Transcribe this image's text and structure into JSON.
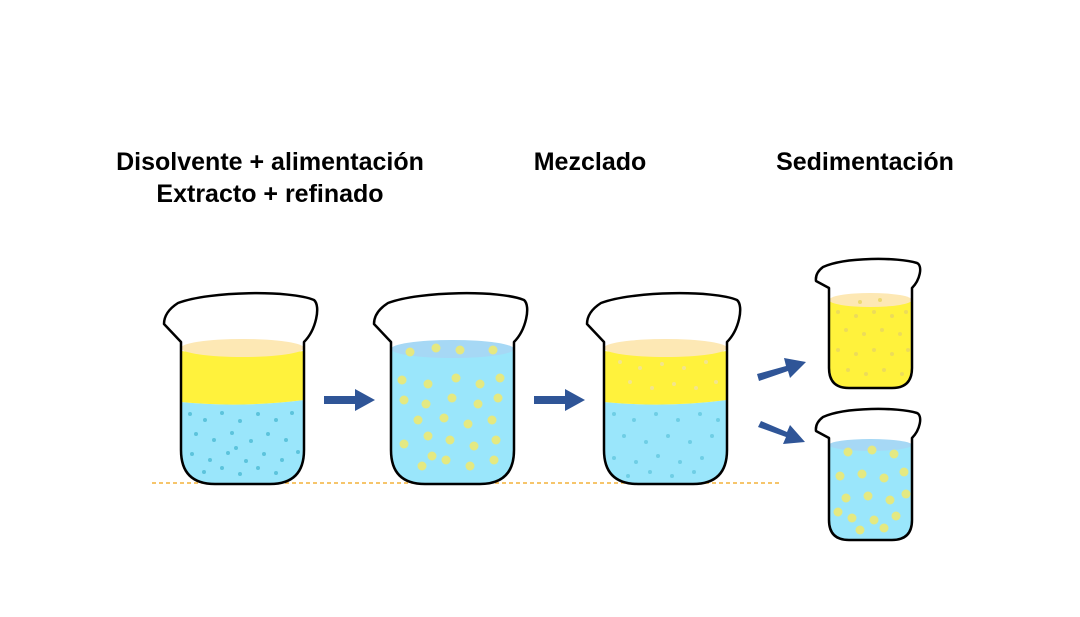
{
  "labels": {
    "feed_line1": "Disolvente + alimentación",
    "feed_line2": "Extracto + refinado",
    "mixing": "Mezclado",
    "settling": "Sedimentación"
  },
  "colors": {
    "yellow": "#fff23c",
    "yellow_surface": "#fde8b4",
    "blue": "#9ae6fb",
    "blue_surface": "#a6d8f5",
    "blue_dot": "#5cc3dc",
    "yellow_dot": "#e8e97a",
    "yellow_dot_light": "#f3e58c",
    "arrow": "#2f5597",
    "baseline": "#f3b23a"
  }
}
